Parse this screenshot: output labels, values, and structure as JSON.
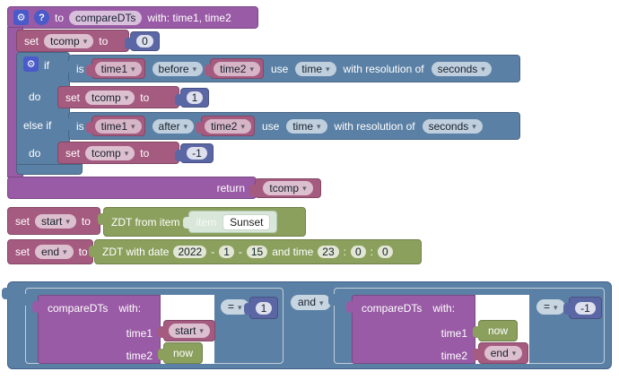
{
  "colors": {
    "procedure": "#995ba5",
    "variable": "#a55b80",
    "logic": "#5b80a5",
    "math": "#5b67a5",
    "datetime": "#8ca05e",
    "icon_blue": "#4a5ac8"
  },
  "icons": {
    "gear": "⚙",
    "help": "?",
    "dropdown_arrow": "▾"
  },
  "function_def": {
    "to_label": "to",
    "name": "compareDTs",
    "params_label": "with: time1, time2",
    "init": {
      "set": "set",
      "var": "tcomp",
      "to": "to",
      "value": "0"
    },
    "if1": {
      "label": "if",
      "do_label": "do",
      "cond": {
        "is": "is",
        "left": "time1",
        "op": "before",
        "right": "time2",
        "use": "use",
        "source": "time",
        "res_label": "with resolution of",
        "resolution": "seconds"
      },
      "body": {
        "set": "set",
        "var": "tcomp",
        "to": "to",
        "value": "1"
      }
    },
    "if2": {
      "label": "else if",
      "do_label": "do",
      "cond": {
        "is": "is",
        "left": "time1",
        "op": "after",
        "right": "time2",
        "use": "use",
        "source": "time",
        "res_label": "with resolution of",
        "resolution": "seconds"
      },
      "body": {
        "set": "set",
        "var": "tcomp",
        "to": "to",
        "value": "-1"
      }
    },
    "return": {
      "label": "return",
      "var": "tcomp"
    }
  },
  "set_start": {
    "set": "set",
    "var": "start",
    "to": "to",
    "block_label": "ZDT from item",
    "item": {
      "label": "item",
      "name": "Sunset"
    }
  },
  "set_end": {
    "set": "set",
    "var": "end",
    "to": "to",
    "block_label": "ZDT with date",
    "year": "2022",
    "dash": "-",
    "month": "1",
    "day": "15",
    "time_label": "and time",
    "hour": "23",
    "colon": ":",
    "minute": "0",
    "second": "0"
  },
  "assertion": {
    "operator": "and",
    "left": {
      "name": "compareDTs",
      "with_label": "with:",
      "arg1_label": "time1",
      "arg1_value": "start",
      "arg2_label": "time2",
      "arg2_value": "now",
      "compare_op": "=",
      "expected": "1"
    },
    "right": {
      "name": "compareDTs",
      "with_label": "with:",
      "arg1_label": "time1",
      "arg1_value": "now",
      "arg2_label": "time2",
      "arg2_value": "end",
      "compare_op": "=",
      "expected": "-1"
    }
  }
}
